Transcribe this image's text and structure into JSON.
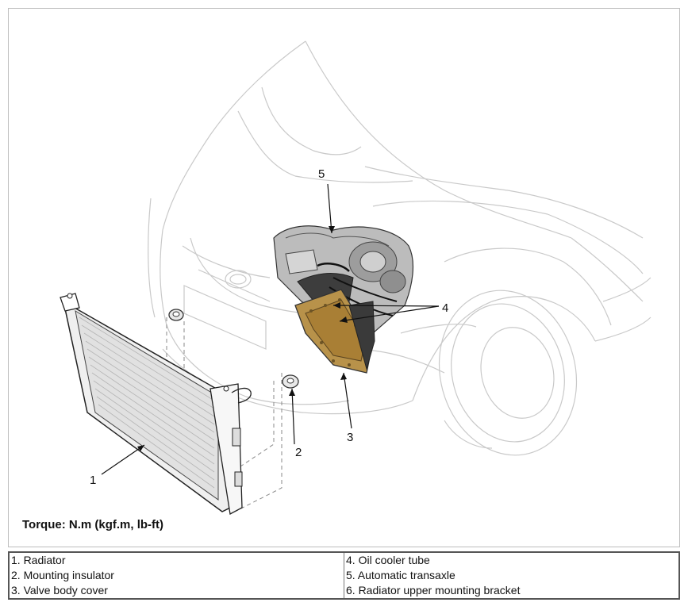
{
  "torque": "Torque:  N.m (kgf.m, lb-ft)",
  "callouts": [
    "1",
    "2",
    "3",
    "4",
    "5"
  ],
  "legend": {
    "left": [
      "1. Radiator",
      "2. Mounting insulator",
      "3. Valve body cover"
    ],
    "right": [
      "4. Oil cooler tube",
      "5. Automatic transaxle",
      "6. Radiator upper mounting bracket"
    ]
  }
}
